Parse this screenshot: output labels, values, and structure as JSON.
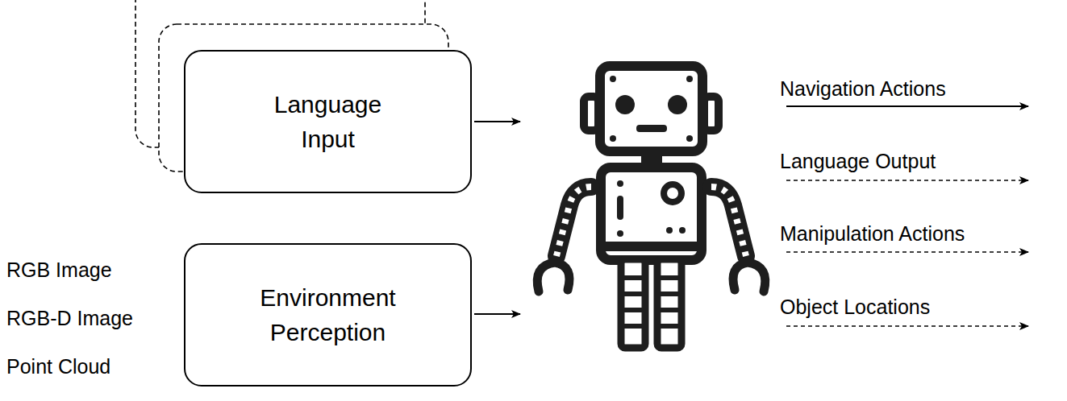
{
  "diagram": {
    "nodes": [
      {
        "text": [
          "Language Input"
        ]
      },
      {
        "text": [
          "Environment Perception"
        ]
      }
    ],
    "labels": [
      "RGB Image",
      "RGB-D Image",
      "Point Cloud",
      "Navigation Actions",
      "Language Output",
      "Manipulation Actions",
      "Object Locations"
    ]
  }
}
